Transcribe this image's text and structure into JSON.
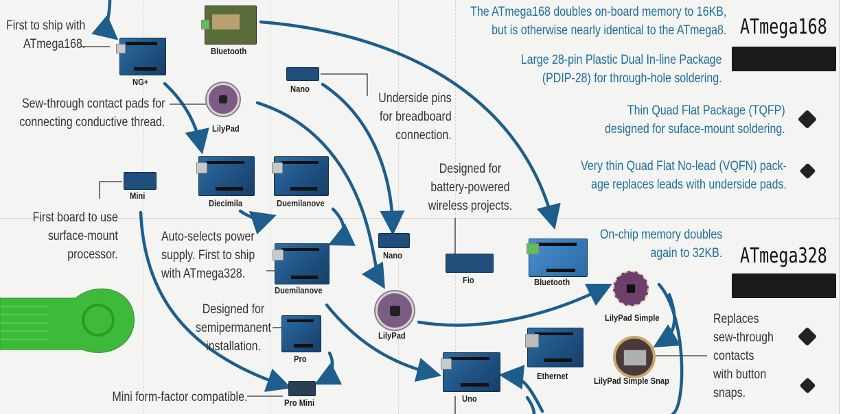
{
  "boards": {
    "ng_plus": "NG+",
    "bluetooth_top": "Bluetooth",
    "nano_top": "Nano",
    "lilypad_top": "LilyPad",
    "mini": "Mini",
    "diecimila": "Diecimila",
    "duemilanove_top": "Duemilanove",
    "nano_mid": "Nano",
    "fio": "Fio",
    "bluetooth_mid": "Bluetooth",
    "duemilanove_mid": "Duemilanove",
    "lilypad_mid": "LilyPad",
    "pro": "Pro",
    "pro_mini": "Pro Mini",
    "uno": "Uno",
    "ethernet": "Ethernet",
    "lilypad_simple": "LilyPad Simple",
    "lilypad_simple_snap": "LilyPad Simple Snap"
  },
  "notes": {
    "first_to_ship": [
      "First to ship with",
      "ATmega168."
    ],
    "sew_through": [
      "Sew-through contact pads for",
      "connecting conductive thread."
    ],
    "underside_pins": [
      "Underside pins",
      "for breadboard",
      "connection."
    ],
    "battery": [
      "Designed for",
      "battery-powered",
      "wireless projects."
    ],
    "surface_mount": [
      "First board to use",
      "surface-mount",
      "processor."
    ],
    "auto_selects": [
      "Auto-selects power",
      "supply. First to ship",
      "with ATmega328."
    ],
    "semipermanent": [
      "Designed for",
      "semipermanent",
      "installation."
    ],
    "mini_form": "Mini form-factor compatible.",
    "replaces": [
      "Replaces",
      "sew-through",
      "contacts",
      "with button",
      "snaps."
    ]
  },
  "legend": {
    "atmega168_title": "ATmega168",
    "atmega168_desc": [
      "The ATmega168 doubles on-board memory to 16KB,",
      "but is otherwise nearly identical to the ATmega8."
    ],
    "pdip": [
      "Large 28-pin Plastic Dual In-line Package",
      "(PDIP-28) for through-hole soldering."
    ],
    "tqfp": [
      "Thin Quad Flat Package (TQFP)",
      "designed for suface-mount soldering."
    ],
    "vqfn": [
      "Very thin Quad Flat No-lead (VQFN) pack-",
      "age replaces leads with underside pads."
    ],
    "atmega328_title": "ATmega328",
    "atmega328_desc": [
      "On-chip memory doubles",
      "again to 32KB."
    ]
  },
  "colors": {
    "arrow": "#1d5e8c",
    "note_blue": "#1b6e9c",
    "pcb_green": "#3dba3a"
  }
}
